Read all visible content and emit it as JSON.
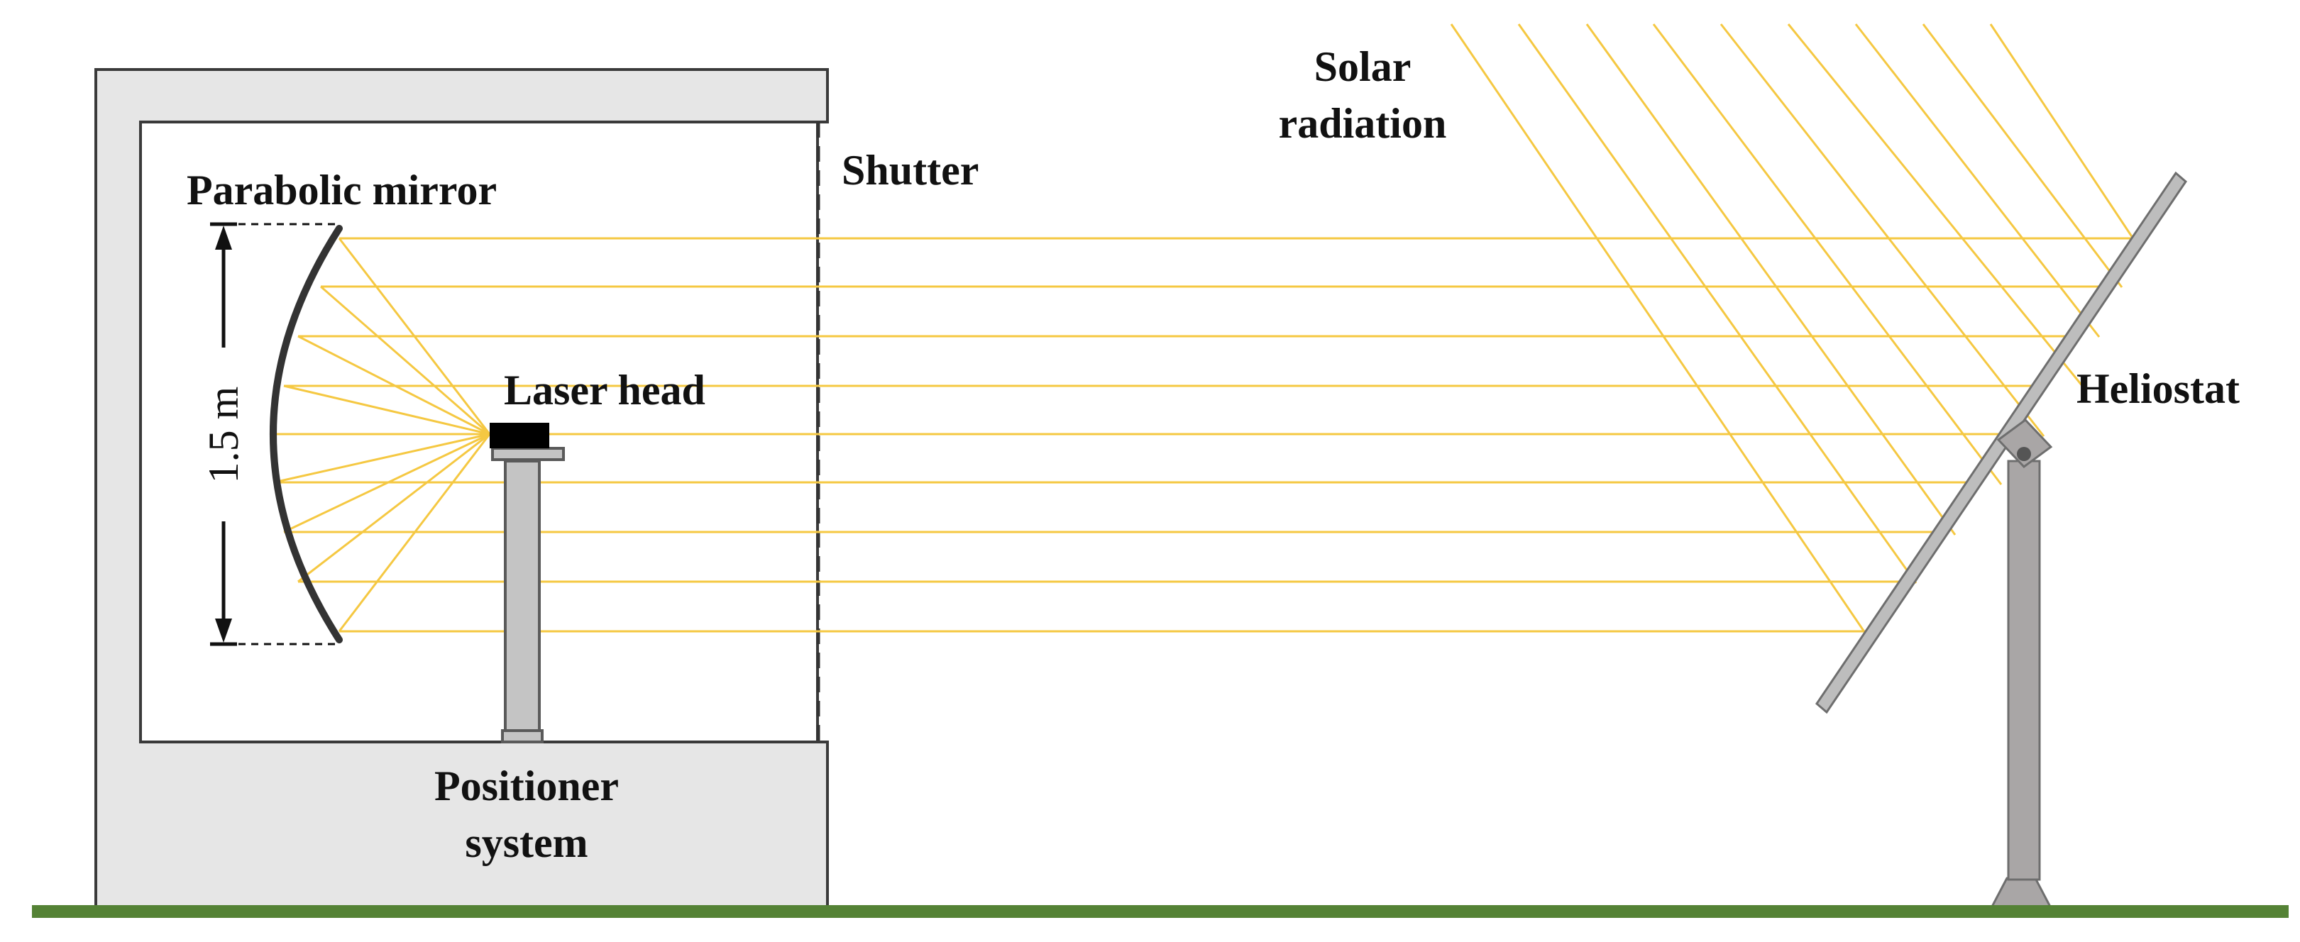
{
  "labels": {
    "parabolic_mirror": "Parabolic mirror",
    "laser_head": "Laser head",
    "shutter": "Shutter",
    "solar_radiation_line1": "Solar",
    "solar_radiation_line2": "radiation",
    "heliostat": "Heliostat",
    "positioner_line1": "Positioner",
    "positioner_line2": "system",
    "dimension": "1.5 m"
  },
  "colors": {
    "ray": "#f5c842",
    "building_fill": "#e6e6e6",
    "building_stroke": "#3a3a3a",
    "mirror": "#333333",
    "steel_fill": "#a9a6a6",
    "steel_stroke": "#6e6e6e",
    "ground": "#548235",
    "laser": "#000000"
  }
}
